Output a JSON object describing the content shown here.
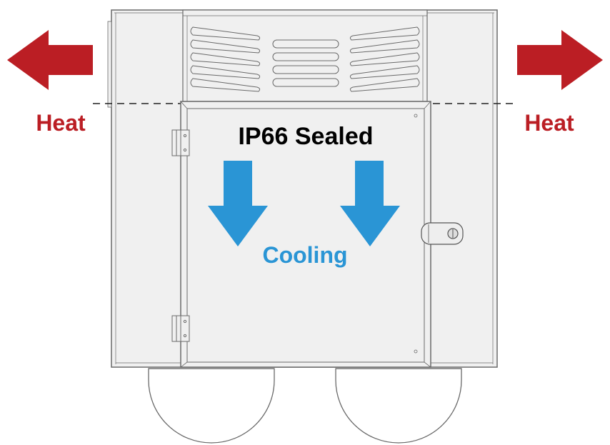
{
  "labels": {
    "left_heat": "Heat",
    "right_heat": "Heat",
    "sealed": "IP66 Sealed",
    "cooling": "Cooling"
  },
  "colors": {
    "heat": "#bb1e24",
    "cooling": "#2a95d5",
    "sealed": "#000000",
    "cabinet_fill": "#f0f0f0",
    "outline": "#6a6a6a"
  },
  "icons": {
    "heat_arrows": "arrow-left / arrow-right",
    "cooling_arrows": "arrow-down"
  }
}
